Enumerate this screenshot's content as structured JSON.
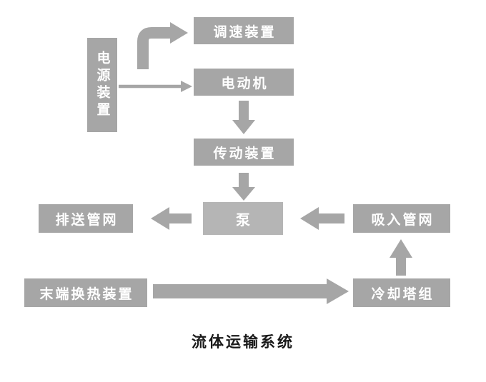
{
  "diagram": {
    "title": "流体运输系统",
    "nodes": {
      "power_supply": "电源装置",
      "speed_control": "调速装置",
      "motor": "电动机",
      "transmission": "传动装置",
      "pump": "泵",
      "discharge_network": "排送管网",
      "suction_network": "吸入管网",
      "terminal_heat_exchanger": "末端换热装置",
      "cooling_tower": "冷却塔组"
    },
    "colors": {
      "box": "#a6a6a6",
      "pump_box": "#b5b5b5",
      "arrow": "#a6a6a6",
      "label_text": "#ffffff",
      "title_text": "#1a1a1a"
    }
  }
}
